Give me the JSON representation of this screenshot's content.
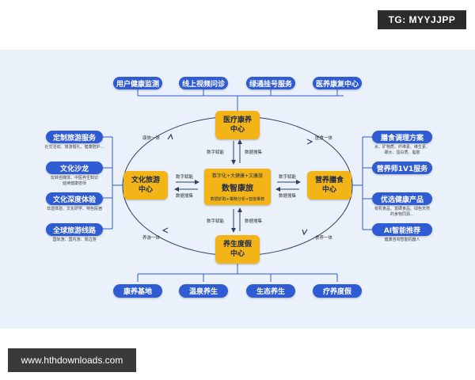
{
  "watermark": "TG: MYYJJPP",
  "footer_url": "www.hthdownloads.com",
  "diagram": {
    "center": {
      "line1": "数字化+大健康+文康旅",
      "title": "数智康旅",
      "line3": "数据抓取+策略分析+智能推荐"
    },
    "hubs": {
      "top": [
        "医疗康养",
        "中心"
      ],
      "left": [
        "文化旅游",
        "中心"
      ],
      "right": [
        "营养膳食",
        "中心"
      ],
      "bottom": [
        "养生度假",
        "中心"
      ]
    },
    "top_services": [
      "用户健康监测",
      "线上视频问诊",
      "绿通挂号服务",
      "医养康复中心"
    ],
    "bottom_services": [
      "康养基地",
      "温泉养生",
      "生态养生",
      "疗养度假"
    ],
    "left_services": [
      {
        "label": "定制旅游服务",
        "desc": [
          "社交活动、旅游婚礼、健康陪护…"
        ]
      },
      {
        "label": "文化沙龙",
        "desc": [
          "玩转自媒体、中医养生知识",
          "延续健康技师"
        ]
      },
      {
        "label": "文化深度体验",
        "desc": [
          "非遗体验、文化研学、特色民宿"
        ]
      },
      {
        "label": "全球旅游线路",
        "desc": [
          "国际游、国内游、周边游"
        ]
      }
    ],
    "right_services": [
      {
        "label": "膳食调理方案",
        "desc": [
          "水、矿物质、纤维素、维生素、",
          "碳水、蛋白质、脂肪"
        ]
      },
      {
        "label": "营养师1V1服务",
        "desc": []
      },
      {
        "label": "优选健康产品",
        "desc": [
          "有机食品、富硒食品、绿色天然",
          "的食物同源…"
        ]
      },
      {
        "label": "AI智能推荐",
        "desc": [
          "健康咨询智能机器人"
        ]
      }
    ],
    "link_labels": {
      "top_left": "康旅一体",
      "top_right": "医食一体",
      "bottom_left": "养游一体",
      "bottom_right": "食养一体",
      "empower": "数字赋能",
      "collect": "数据搜集"
    }
  }
}
